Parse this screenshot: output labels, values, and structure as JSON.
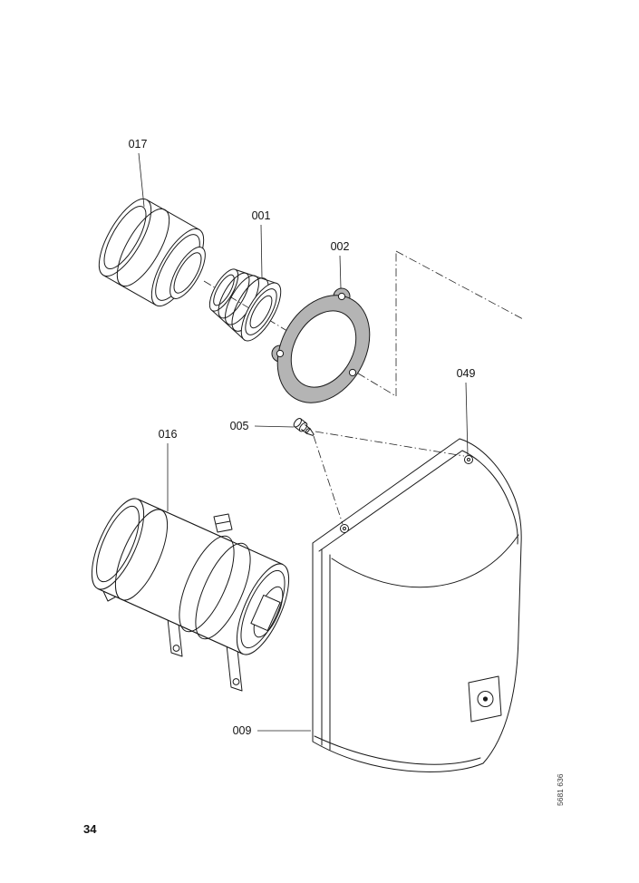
{
  "page": {
    "number": "34",
    "doc_code": "5681 636"
  },
  "colors": {
    "background": "#ffffff",
    "line": "#1a1a1a",
    "gasket_fill": "#b4b4b4"
  },
  "diagram": {
    "type": "exploded-parts-diagram",
    "callouts": {
      "c017": "017",
      "c001": "001",
      "c002": "002",
      "c005": "005",
      "c016": "016",
      "c049": "049",
      "c009": "009"
    }
  }
}
